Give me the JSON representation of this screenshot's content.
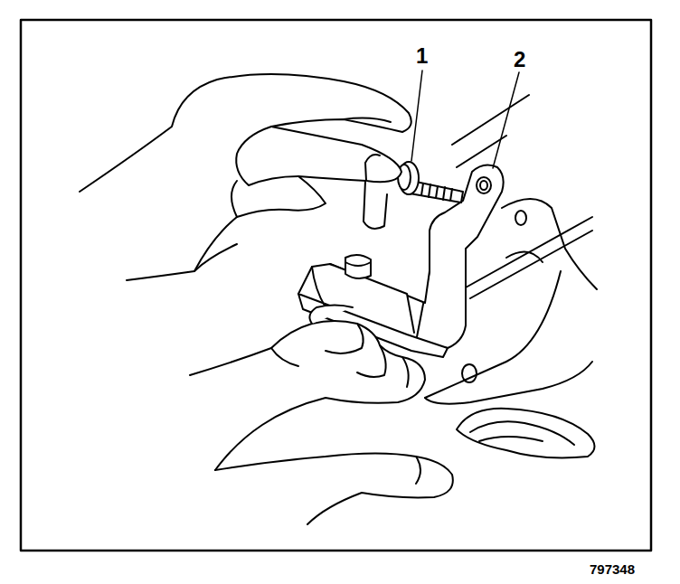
{
  "diagram": {
    "labels": [
      "1",
      "2",
      "797348"
    ]
  }
}
